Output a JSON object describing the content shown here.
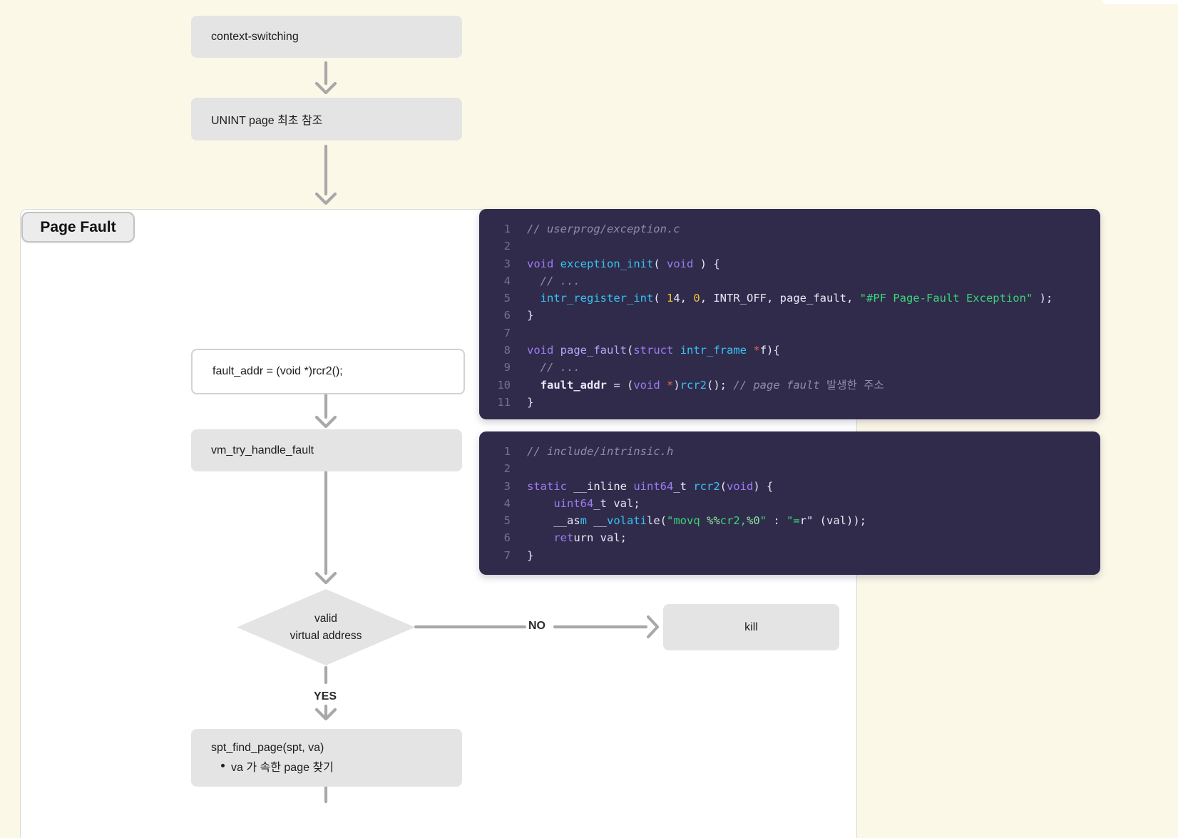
{
  "palette": {
    "background": "#fcf8e8",
    "panel_bg": "#ffffff",
    "node_bg": "#e4e4e4",
    "arrow": "#a8a8a8",
    "code_bg": "#302b4b",
    "syntax": {
      "comment": "#918da6",
      "keyword": "#9c7df0",
      "function": "#38c3f2",
      "function_alt": "#b3a5f5",
      "number": "#eec23c",
      "string": "#3bd577",
      "string_escape": "#8ce79f",
      "operator": "#e06a55",
      "plain": "#eae7f5",
      "line_number": "#74708e"
    }
  },
  "flowchart": {
    "section_label": "Page Fault",
    "nodes": {
      "context_switching": "context-switching",
      "unint_page": "UNINT page 최초 참조",
      "fault_addr": "fault_addr = (void *)rcr2();",
      "vm_try_handle_fault": "vm_try_handle_fault",
      "decision_line1": "valid",
      "decision_line2": "virtual address",
      "kill": "kill",
      "spt_find_page_title": "spt_find_page(spt, va)",
      "spt_find_page_bullet": "va 가 속한 page 찾기"
    },
    "edge_labels": {
      "no": "NO",
      "yes": "YES"
    }
  },
  "code_blocks": [
    {
      "lines": [
        {
          "n": "1",
          "s": [
            {
              "t": "// userprog/exception.c",
              "c": "cm"
            }
          ]
        },
        {
          "n": "2",
          "s": []
        },
        {
          "n": "3",
          "s": [
            {
              "t": "void",
              "c": "kw"
            },
            {
              "t": " ",
              "c": "pl"
            },
            {
              "t": "exception_init",
              "c": "fn"
            },
            {
              "t": "( ",
              "c": "pl"
            },
            {
              "t": "void",
              "c": "kw"
            },
            {
              "t": " ) {",
              "c": "pl"
            }
          ]
        },
        {
          "n": "4",
          "s": [
            {
              "t": "  // ...",
              "c": "cm"
            }
          ]
        },
        {
          "n": "5",
          "s": [
            {
              "t": "  ",
              "c": "pl"
            },
            {
              "t": "intr_register_int",
              "c": "fn"
            },
            {
              "t": "( ",
              "c": "pl"
            },
            {
              "t": "1",
              "c": "num"
            },
            {
              "t": "4",
              "c": "pl"
            },
            {
              "t": ", ",
              "c": "pl"
            },
            {
              "t": "0",
              "c": "num"
            },
            {
              "t": ", INTR_OFF, page_fault, ",
              "c": "pl"
            },
            {
              "t": "\"#PF Page-Fault Exception\"",
              "c": "str"
            },
            {
              "t": " );",
              "c": "pl"
            }
          ]
        },
        {
          "n": "6",
          "s": [
            {
              "t": "}",
              "c": "pl"
            }
          ]
        },
        {
          "n": "7",
          "s": []
        },
        {
          "n": "8",
          "s": [
            {
              "t": "void",
              "c": "kw"
            },
            {
              "t": " ",
              "c": "pl"
            },
            {
              "t": "page_fault",
              "c": "fn2"
            },
            {
              "t": "(",
              "c": "pl"
            },
            {
              "t": "struct",
              "c": "kw"
            },
            {
              "t": " ",
              "c": "pl"
            },
            {
              "t": "intr_frame",
              "c": "fn"
            },
            {
              "t": " ",
              "c": "pl"
            },
            {
              "t": "*",
              "c": "op"
            },
            {
              "t": "f){",
              "c": "pl"
            }
          ]
        },
        {
          "n": "9",
          "s": [
            {
              "t": "  // ...",
              "c": "cm"
            }
          ]
        },
        {
          "n": "10",
          "s": [
            {
              "t": "  ",
              "c": "pl"
            },
            {
              "t": "fault_addr",
              "c": "bold"
            },
            {
              "t": " = (",
              "c": "pl"
            },
            {
              "t": "void",
              "c": "kw"
            },
            {
              "t": " ",
              "c": "pl"
            },
            {
              "t": "*",
              "c": "op"
            },
            {
              "t": ")",
              "c": "pl"
            },
            {
              "t": "rcr2",
              "c": "fn"
            },
            {
              "t": "(); ",
              "c": "pl"
            },
            {
              "t": "// page fault ",
              "c": "cm"
            },
            {
              "t": "발생한 주소",
              "c": "cmk"
            }
          ]
        },
        {
          "n": "11",
          "s": [
            {
              "t": "}",
              "c": "pl"
            }
          ]
        }
      ]
    },
    {
      "lines": [
        {
          "n": "1",
          "s": [
            {
              "t": "// include/intrinsic.h",
              "c": "cm"
            }
          ]
        },
        {
          "n": "2",
          "s": []
        },
        {
          "n": "3",
          "s": [
            {
              "t": "static",
              "c": "kw"
            },
            {
              "t": " __inline ",
              "c": "pl"
            },
            {
              "t": "uint64",
              "c": "kw"
            },
            {
              "t": "_t ",
              "c": "pl"
            },
            {
              "t": "rcr2",
              "c": "fn"
            },
            {
              "t": "(",
              "c": "pl"
            },
            {
              "t": "void",
              "c": "kw"
            },
            {
              "t": ") {",
              "c": "pl"
            }
          ]
        },
        {
          "n": "4",
          "s": [
            {
              "t": "    ",
              "c": "pl"
            },
            {
              "t": "uint64",
              "c": "kw"
            },
            {
              "t": "_t val;",
              "c": "pl"
            }
          ]
        },
        {
          "n": "5",
          "s": [
            {
              "t": "    __as",
              "c": "pl"
            },
            {
              "t": "m",
              "c": "fn"
            },
            {
              "t": " __",
              "c": "pl"
            },
            {
              "t": "volati",
              "c": "fn"
            },
            {
              "t": "le(",
              "c": "pl"
            },
            {
              "t": "\"movq ",
              "c": "str"
            },
            {
              "t": "%%",
              "c": "strx"
            },
            {
              "t": "cr2,",
              "c": "str"
            },
            {
              "t": "%0",
              "c": "strx"
            },
            {
              "t": "\"",
              "c": "str"
            },
            {
              "t": " : ",
              "c": "pl"
            },
            {
              "t": "\"=",
              "c": "str"
            },
            {
              "t": "r\" (val));",
              "c": "pl"
            }
          ]
        },
        {
          "n": "6",
          "s": [
            {
              "t": "    ",
              "c": "pl"
            },
            {
              "t": "ret",
              "c": "kw"
            },
            {
              "t": "urn val;",
              "c": "pl"
            }
          ]
        },
        {
          "n": "7",
          "s": [
            {
              "t": "}",
              "c": "pl"
            }
          ]
        }
      ]
    }
  ]
}
